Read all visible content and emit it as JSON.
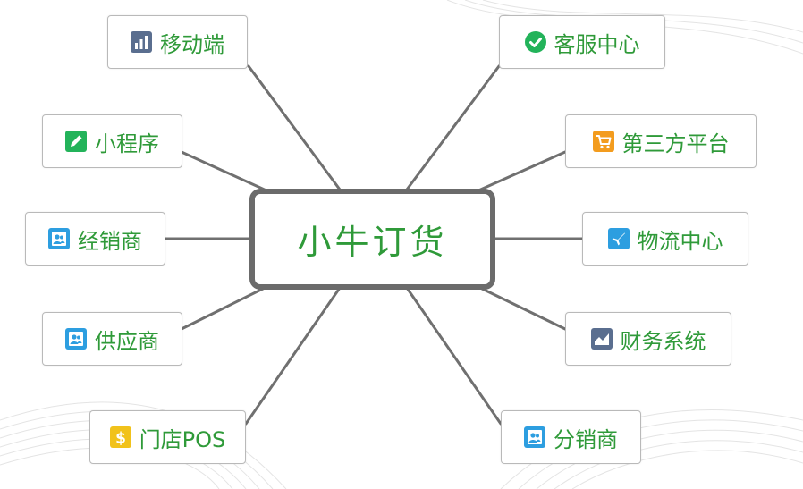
{
  "center": {
    "label": "小牛订货"
  },
  "nodes": [
    {
      "label": "移动端",
      "icon": "bar-chart-icon"
    },
    {
      "label": "客服中心",
      "icon": "check-circle-icon"
    },
    {
      "label": "小程序",
      "icon": "edit-pencil-icon"
    },
    {
      "label": "第三方平台",
      "icon": "shopping-cart-icon"
    },
    {
      "label": "经销商",
      "icon": "contacts-icon"
    },
    {
      "label": "物流中心",
      "icon": "airplane-icon"
    },
    {
      "label": "供应商",
      "icon": "contacts-icon"
    },
    {
      "label": "财务系统",
      "icon": "area-chart-icon"
    },
    {
      "label": "门店POS",
      "icon": "dollar-icon"
    },
    {
      "label": "分销商",
      "icon": "contacts-icon"
    }
  ],
  "colors": {
    "label_green": "#2f9a39",
    "center_border": "#6b6b6b",
    "connector": "#707070",
    "bar_chart_icon": "#5a6e8f",
    "check_icon": "#23b35a",
    "edit_icon": "#23b35a",
    "cart_icon": "#f39c1e",
    "contacts_icon": "#2d9ee0",
    "airplane_icon": "#2d9ee0",
    "area_chart_icon": "#5a6e8f",
    "dollar_icon": "#f1c21b"
  }
}
